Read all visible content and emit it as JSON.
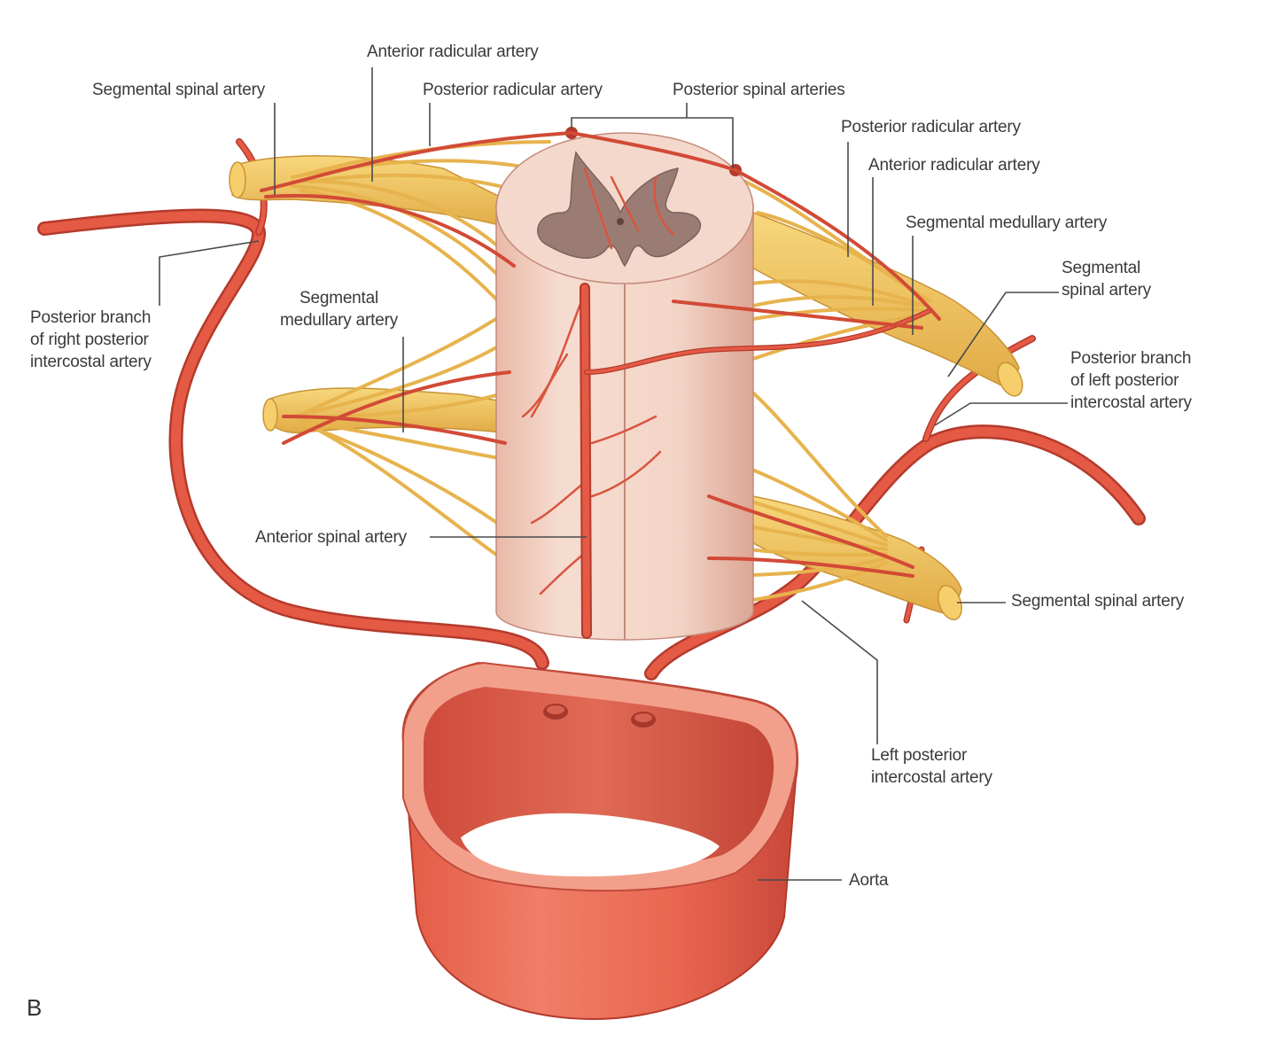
{
  "panel_letter": "B",
  "labels": {
    "anterior_radicular_top": "Anterior radicular artery",
    "segmental_spinal_top_left": "Segmental spinal artery",
    "posterior_radicular_top": "Posterior radicular artery",
    "posterior_spinal_arteries": "Posterior spinal arteries",
    "posterior_radicular_right": "Posterior radicular artery",
    "anterior_radicular_right": "Anterior radicular artery",
    "segmental_medullary_right": "Segmental medullary artery",
    "segmental_spinal_right": "Segmental\nspinal artery",
    "posterior_branch_right_intercostal": "Posterior branch\nof right posterior\nintercostal artery",
    "segmental_medullary_left": "Segmental\nmedullary artery",
    "posterior_branch_left_intercostal": "Posterior branch\nof left posterior\nintercostal artery",
    "anterior_spinal_artery": "Anterior spinal artery",
    "segmental_spinal_bottom_right": "Segmental spinal artery",
    "left_posterior_intercostal": "Left posterior\nintercostal artery",
    "aorta": "Aorta"
  },
  "colors": {
    "artery": "#e0553f",
    "artery_dark": "#b83a2a",
    "nerve": "#f2c35a",
    "nerve_dark": "#d9a23a",
    "cord": "#f1d2c2",
    "cord_shade": "#d9a898",
    "gray_matter": "#9c7f78",
    "aorta_outer": "#e86a55",
    "aorta_inner": "#c9473a",
    "aorta_rim": "#f4b7a4",
    "label_text": "#3a3a3a"
  }
}
